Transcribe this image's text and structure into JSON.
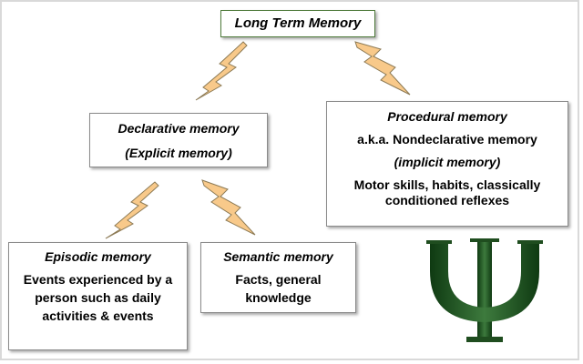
{
  "diagram": {
    "root": {
      "label": "Long Term Memory"
    },
    "declarative": {
      "line1": "Declarative memory",
      "line2": "(Explicit memory)"
    },
    "procedural": {
      "title": "Procedural memory",
      "aka": "a.k.a. Nondeclarative memory",
      "implicit": "(implicit memory)",
      "desc": "Motor skills, habits, classically conditioned reflexes"
    },
    "episodic": {
      "title": "Episodic memory",
      "desc": "Events experienced by a person such as daily activities & events"
    },
    "semantic": {
      "title": "Semantic memory",
      "desc": "Facts, general knowledge"
    },
    "symbol": "Ψ"
  },
  "colors": {
    "bolt_fill": "#f8c98a",
    "bolt_stroke": "#8c7a55",
    "psi_green": "#1f4d1f",
    "root_border": "#4e7a3a"
  },
  "icons": [
    "lightning-bolt-icon",
    "psi-symbol-icon"
  ]
}
